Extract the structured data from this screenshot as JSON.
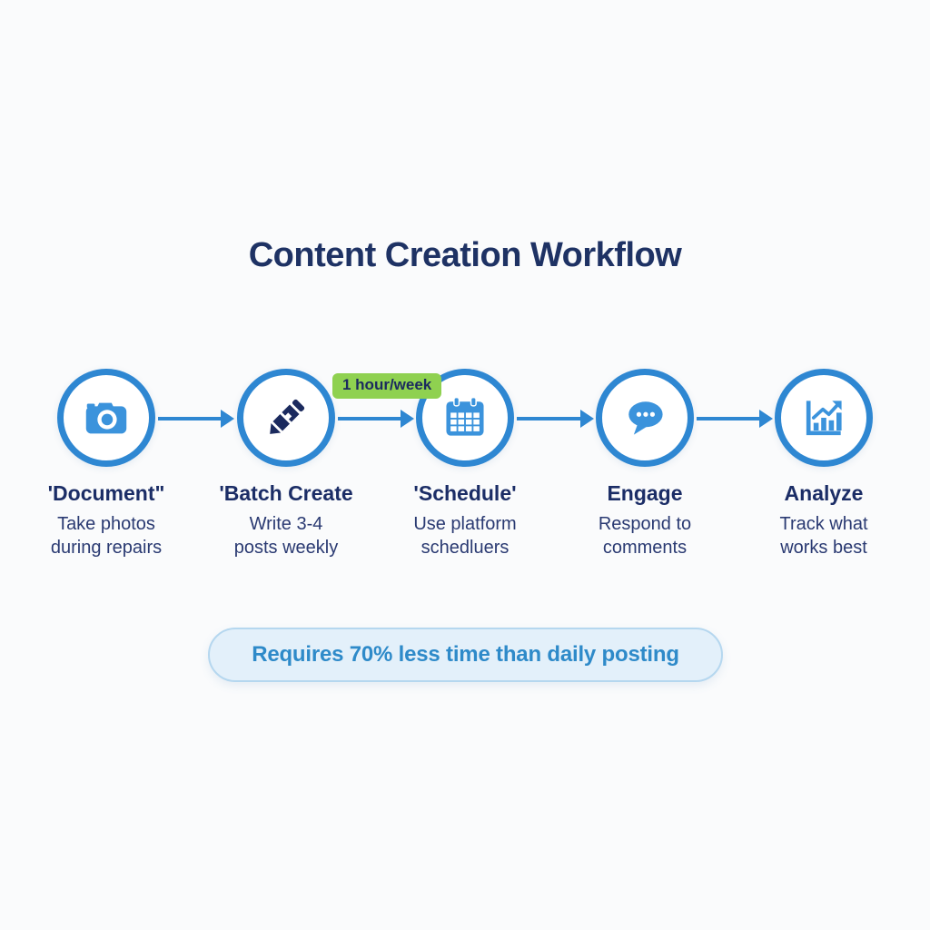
{
  "title": "Content Creation Workflow",
  "badge": {
    "label": "1 hour/week"
  },
  "summary_pill": {
    "label": "Requires 70% less time than daily posting"
  },
  "steps": [
    {
      "icon": "camera-icon",
      "label": "'Document\"",
      "desc_line1": "Take photos",
      "desc_line2": "during repairs"
    },
    {
      "icon": "pencil-icon",
      "label": "'Batch Create",
      "desc_line1": "Write 3-4",
      "desc_line2": "posts weekly"
    },
    {
      "icon": "calendar-icon",
      "label": "'Schedule'",
      "desc_line1": "Use platform",
      "desc_line2": "schedluers"
    },
    {
      "icon": "chat-bubble-icon",
      "label": "Engage",
      "desc_line1": "Respond to",
      "desc_line2": "comments"
    },
    {
      "icon": "bar-chart-icon",
      "label": "Analyze",
      "desc_line1": "Track what",
      "desc_line2": "works best"
    }
  ],
  "colors": {
    "background": "#FAFBFC",
    "title_text": "#1E3264",
    "circle_ring": "#2E87D2",
    "arrow": "#2E87D2",
    "icon_blue": "#3B93DC",
    "icon_navy": "#1B2A5E",
    "badge_bg": "#8FD150",
    "badge_text": "#1B2A5E",
    "label_text": "#1B2D66",
    "desc_text": "#2A3A72",
    "pill_bg": "#E3F0FA",
    "pill_border": "#B5D7EF",
    "pill_text": "#2E8AC9"
  }
}
